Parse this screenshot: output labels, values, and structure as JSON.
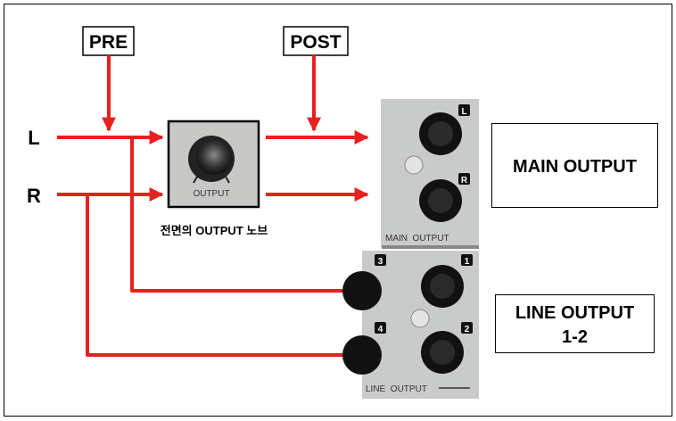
{
  "labels": {
    "pre": "PRE",
    "post": "POST",
    "left": "L",
    "right": "R",
    "knob_caption": "전면의 OUTPUT 노브",
    "main_output": "MAIN OUTPUT",
    "line_output_line1": "LINE OUTPUT",
    "line_output_line2": "1-2"
  },
  "knob_panel": {
    "label": "OUTPUT"
  },
  "main_panel": {
    "label": "MAIN  OUTPUT",
    "jacks": [
      "L",
      "R"
    ]
  },
  "line_panel": {
    "label": "LINE  OUTPUT",
    "jacks": [
      "1",
      "2",
      "3",
      "4"
    ]
  },
  "colors": {
    "arrow": "#e8201e",
    "panel": "#c9cbcb",
    "border": "#000000"
  }
}
